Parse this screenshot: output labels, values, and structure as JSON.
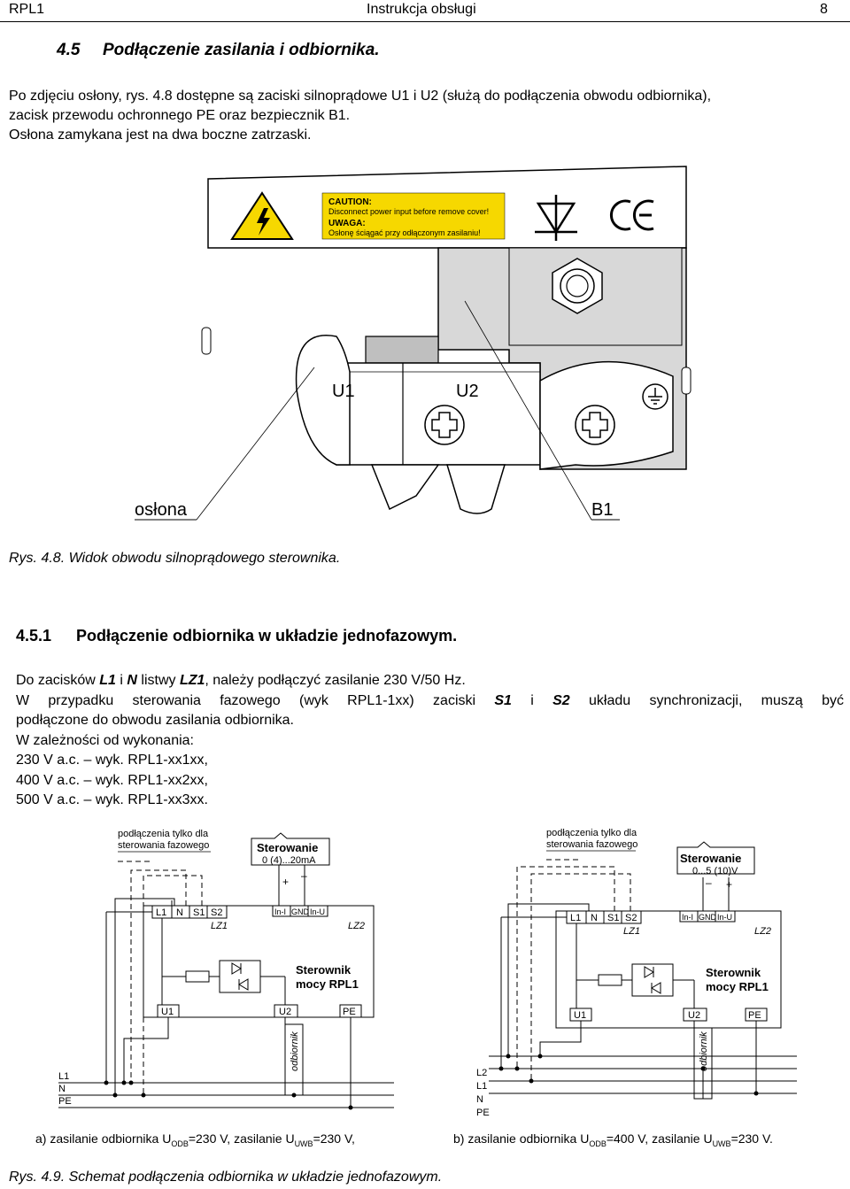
{
  "header": {
    "left": "RPL1",
    "center": "Instrukcja obsługi",
    "page": "8"
  },
  "section": {
    "number": "4.5",
    "title": "Podłączenie zasilania i odbiornika."
  },
  "intro": [
    "Po zdjęciu osłony, rys. 4.8 dostępne są zaciski silnoprądowe U1 i U2 (służą do podłączenia obwodu odbiornika),",
    "zacisk przewodu ochronnego PE oraz bezpiecznik B1.",
    "Osłona zamykana jest na dwa boczne zatrzaski."
  ],
  "figure1": {
    "caution_title": "CAUTION:",
    "caution_text": "Disconnect power input before remove cover!",
    "uwaga_title": "UWAGA:",
    "uwaga_text": "Osłonę ściągać przy odłączonym zasilaniu!",
    "label_u1": "U1",
    "label_u2": "U2",
    "label_oslona": "osłona",
    "label_b1": "B1",
    "caption": "Rys. 4.8. Widok obwodu silnoprądowego sterownika."
  },
  "subsection": {
    "number": "4.5.1",
    "title": "Podłączenie odbiornika w układzie jednofazowym."
  },
  "body": {
    "line1_a": "Do zacisków ",
    "line1_b": "L1",
    "line1_c": " i ",
    "line1_d": "N",
    "line1_e": " listwy ",
    "line1_f": "LZ1",
    "line1_g": ", należy podłączyć zasilanie 230 V/50 Hz.",
    "line2_a": "W przypadku sterowania fazowego (wyk RPL1-1xx) zaciski ",
    "line2_b": "S1",
    "line2_c": " i ",
    "line2_d": "S2",
    "line2_e": " układu synchronizacji, muszą być",
    "line3": "podłączone do obwodu zasilania odbiornika.",
    "line4": "W zależności od wykonania:",
    "line5": "230 V a.c. – wyk. RPL1-xx1xx,",
    "line6": "400 V a.c. – wyk. RPL1-xx2xx,",
    "line7": "500 V a.c. – wyk. RPL1-xx3xx."
  },
  "figure2": {
    "phase_note_1": "podłączenia tylko dla",
    "phase_note_2": "sterowania fazowego",
    "sterowanie": "Sterowanie",
    "range_a": "0 (4)...20mA",
    "range_b": "0...5 (10)V",
    "plus": "+",
    "minus": "–",
    "t_L1": "L1",
    "t_N": "N",
    "t_S1": "S1",
    "t_S2": "S2",
    "t_In_minus": "In-I",
    "t_GND": "GND",
    "t_In_U": "In-U",
    "lz1": "LZ1",
    "lz2": "LZ2",
    "sterownik_1": "Sterownik",
    "sterownik_2": "mocy RPL1",
    "t_U1": "U1",
    "t_U2": "U2",
    "t_PE": "PE",
    "odbiornik": "odbiornik",
    "bus_L1": "L1",
    "bus_N": "N",
    "bus_PE": "PE",
    "bus_L2": "L2",
    "cap_a_1": "a) zasilanie odbiornika U",
    "cap_a_sub1": "ODB",
    "cap_a_2": "=230 V, zasilanie U",
    "cap_a_sub2": "UWB",
    "cap_a_3": "=230 V,",
    "cap_b_1": "b) zasilanie odbiornika U",
    "cap_b_sub1": "ODB",
    "cap_b_2": "=400 V, zasilanie U",
    "cap_b_sub2": "UWB",
    "cap_b_3": "=230 V.",
    "caption": "Rys. 4.9. Schemat podłączenia odbiornika w układzie jednofazowym."
  }
}
